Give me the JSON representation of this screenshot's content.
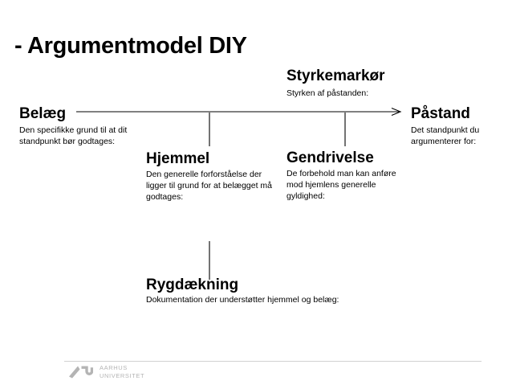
{
  "slide": {
    "title": "- Argumentmodel DIY",
    "background_color": "#ffffff",
    "line_color": "#000000"
  },
  "nodes": {
    "belaeg": {
      "heading": "Belæg",
      "description": "Den specifikke grund til at dit standpunkt bør godtages:"
    },
    "paastand": {
      "heading": "Påstand",
      "description": "Det standpunkt du argumenterer for:"
    },
    "styrkemarkor": {
      "heading": "Styrkemarkør",
      "description": "Styrken af påstanden:"
    },
    "hjemmel": {
      "heading": "Hjemmel",
      "description": "Den generelle forforståelse der ligger til grund for at belægget må godtages:"
    },
    "gendrivelse": {
      "heading": "Gendrivelse",
      "description": "De forbehold man kan anføre mod hjemlens generelle gyldighed:"
    },
    "rygdaekning": {
      "heading": "Rygdækning",
      "description": "Dokumentation der understøtter hjemmel og belæg:"
    }
  },
  "footer": {
    "logo_line1": "AARHUS",
    "logo_line2": "UNIVERSITET",
    "logo_color": "#b4b4b4",
    "rule_color": "#d2d2d2"
  }
}
